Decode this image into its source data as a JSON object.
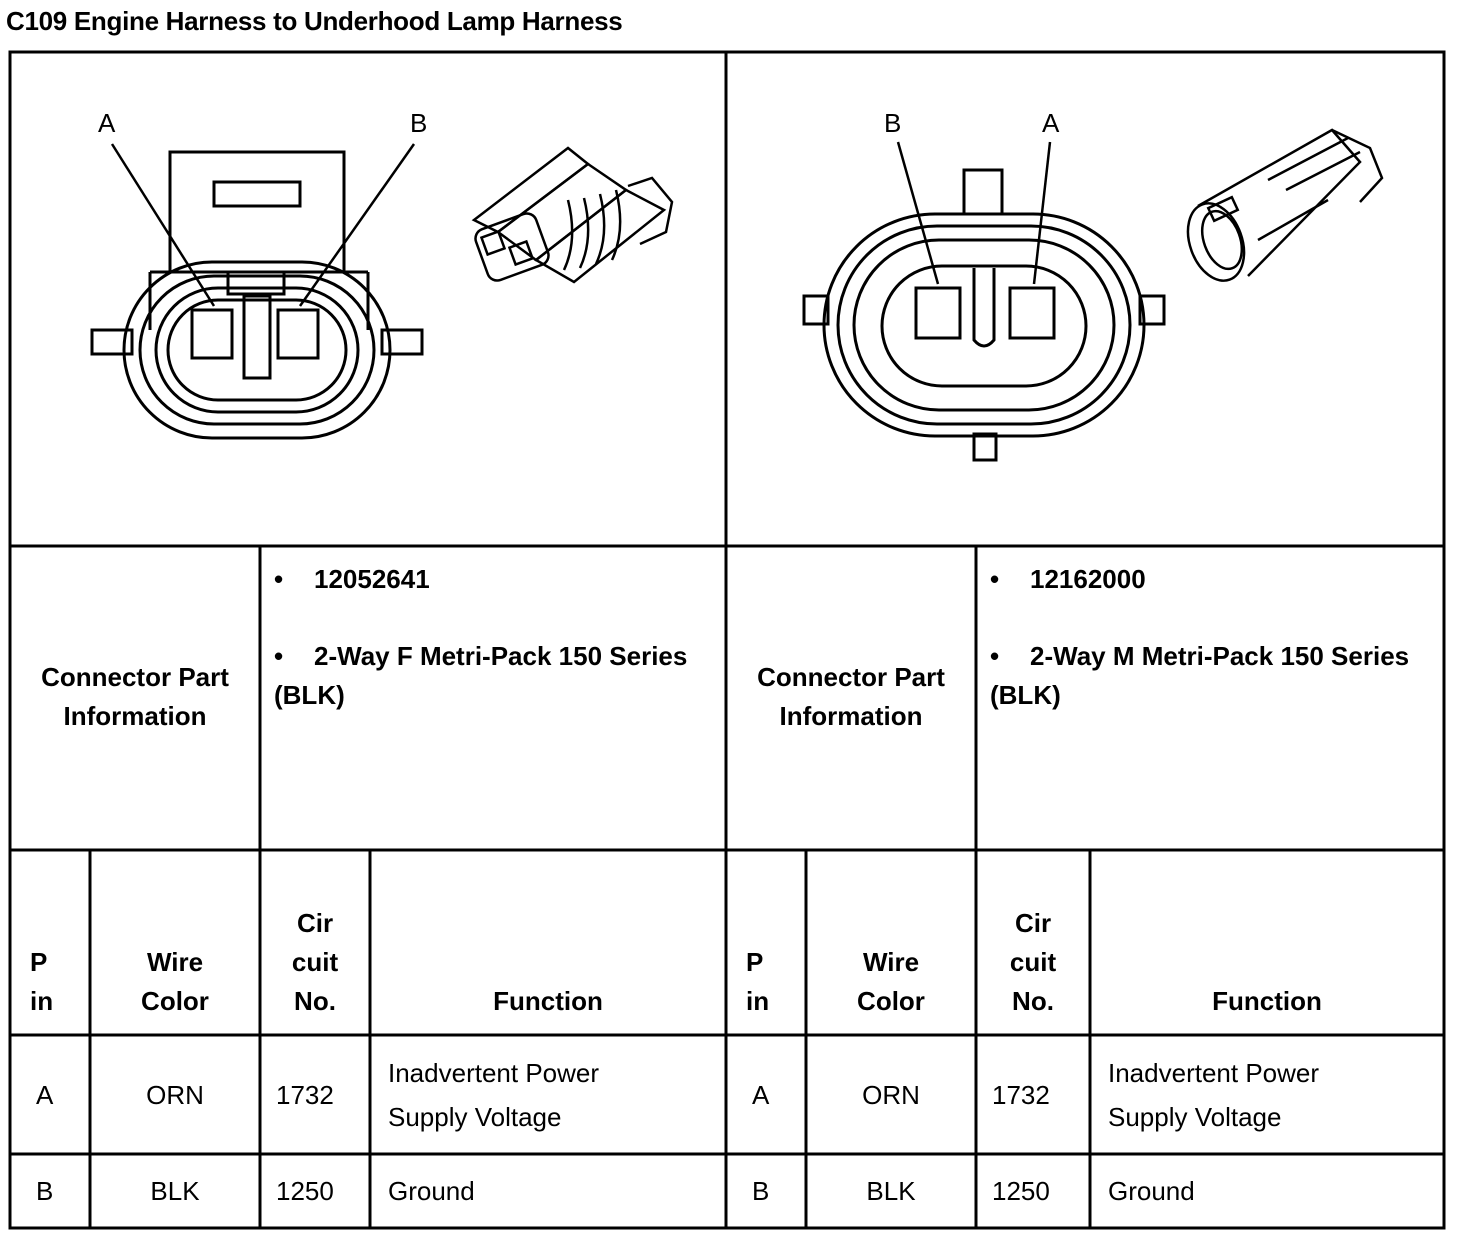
{
  "title": "C109 Engine Harness to Underhood Lamp Harness",
  "connectors": [
    {
      "side": "left",
      "pin_labels": [
        "A",
        "B"
      ],
      "info_label": "Connector Part Information",
      "part_number": "12052641",
      "description": "2-Way F Metri-Pack 150 Series (BLK)",
      "headers": {
        "pin": "P in",
        "wire_color": "Wire Color",
        "circuit": "Cir cuit No.",
        "function": "Function"
      },
      "rows": [
        {
          "pin": "A",
          "wire_color": "ORN",
          "circuit": "1732",
          "function": "Inadvertent Power Supply Voltage"
        },
        {
          "pin": "B",
          "wire_color": "BLK",
          "circuit": "1250",
          "function": "Ground"
        }
      ]
    },
    {
      "side": "right",
      "pin_labels": [
        "B",
        "A"
      ],
      "info_label": "Connector Part Information",
      "part_number": "12162000",
      "description": "2-Way M Metri-Pack 150 Series (BLK)",
      "headers": {
        "pin": "P in",
        "wire_color": "Wire Color",
        "circuit": "Cir cuit No.",
        "function": "Function"
      },
      "rows": [
        {
          "pin": "A",
          "wire_color": "ORN",
          "circuit": "1732",
          "function": "Inadvertent Power Supply Voltage"
        },
        {
          "pin": "B",
          "wire_color": "BLK",
          "circuit": "1250",
          "function": "Ground"
        }
      ]
    }
  ]
}
